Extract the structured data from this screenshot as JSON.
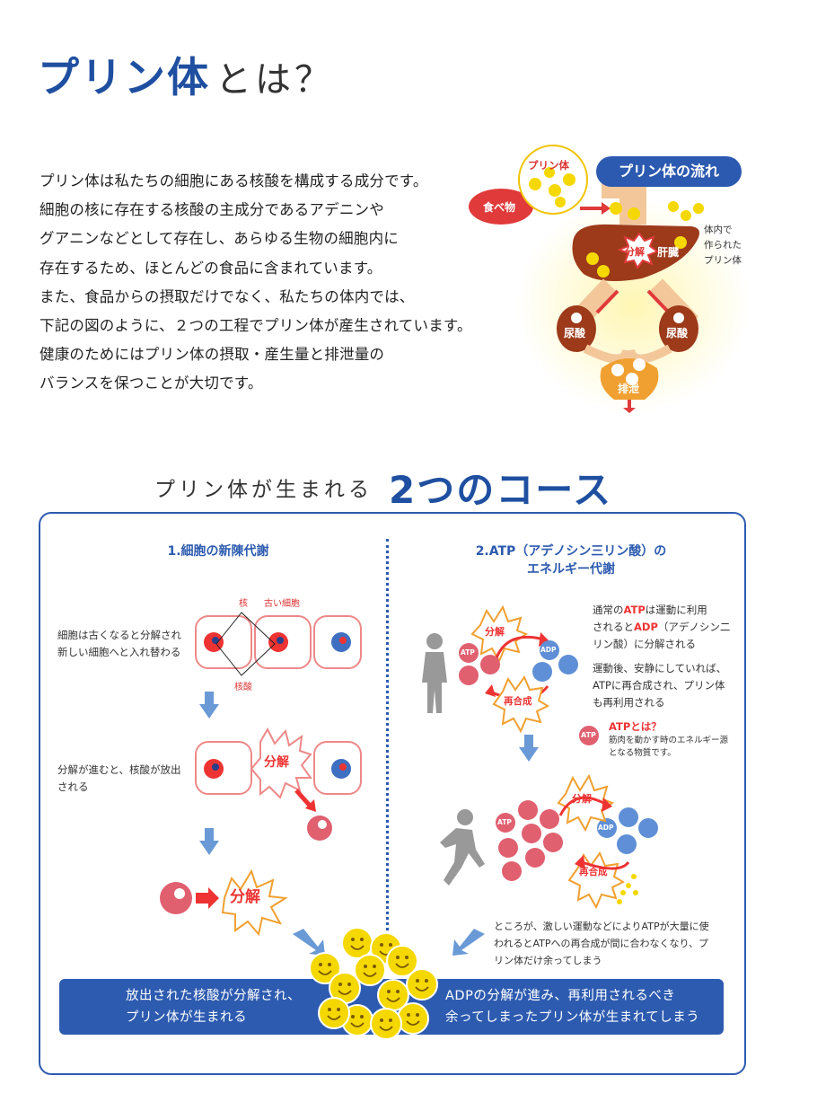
{
  "title": {
    "main": "プリン体",
    "sub": "とは？"
  },
  "intro": {
    "lines": [
      "プリン体は私たちの細胞にある核酸を構成する成分です。",
      "細胞の核に存在する核酸の主成分であるアデニンや",
      "グアニンなどとして存在し、あらゆる生物の細胞内に",
      "存在するため、ほとんどの食品に含まれています。",
      "また、食品からの摂取だけでなく、私たちの体内では、",
      "下記の図のように、２つの工程でプリン体が産生されています。",
      "健康のためにはプリン体の摂取・産生量と排泄量の",
      "バランスを保つことが大切です。"
    ]
  },
  "flow": {
    "title": "プリン体の流れ",
    "purine_bubble": "プリン体",
    "food": "食べ物",
    "liver": "肝臓",
    "decompose": "分解",
    "kidney_left": "尿酸",
    "kidney_right": "尿酸",
    "excretion": "排泄",
    "note_lines": [
      "体内で",
      "作られた",
      "プリン体"
    ]
  },
  "section": {
    "pre": "プリン体が生まれる",
    "main": "2つのコース"
  },
  "left_course": {
    "title": "1.細胞の新陳代謝",
    "label_nucleus": "核",
    "label_old_cell": "古い細胞",
    "label_nucleic_acid": "核酸",
    "step1_lines": [
      "細胞は古くなると分解され",
      "新しい細胞へと入れ替わる"
    ],
    "step2_lines": [
      "分解が進むと、核酸が放出",
      "される"
    ],
    "burst1": "分解",
    "burst2": "分解"
  },
  "right_course": {
    "title_lines": [
      "2.ATP（アデノシン三リン酸）の",
      "エネルギー代謝"
    ],
    "text1_lines": [
      {
        "pre": "通常の",
        "red": "ATP",
        "post": "は運動に利用"
      },
      {
        "pre": "されると",
        "red": "ADP",
        "post": "（アデノシン二"
      },
      {
        "pre": "リン酸）に分解される",
        "red": "",
        "post": ""
      }
    ],
    "text2_lines": [
      "運動後、安静にしていれば、",
      "ATPに再合成され、プリン体",
      "も再利用される"
    ],
    "atp_what_title": "ATPとは？",
    "atp_what_lines": [
      "筋肉を動かす時のエネルギー源",
      "となる物質です。"
    ],
    "atp": "ATP",
    "adp": "ADP",
    "decompose": "分解",
    "resynth": "再合成",
    "text3_lines": [
      "ところが、激しい運動などによりATPが大量に使",
      "われるとATPへの再合成が間に合わなくなり、プ",
      "リン体だけ余ってしまう"
    ]
  },
  "bottom": {
    "left_lines": [
      "放出された核酸が分解され、",
      "プリン体が生まれる"
    ],
    "right_lines": [
      "ADPの分解が進み、再利用されるべき",
      "余ってしまったプリン体が生まれてしまう"
    ]
  },
  "colors": {
    "brand_blue": "#2d5bb0",
    "title_blue": "#1f4fa0",
    "accent_red": "#e33333",
    "smiley_yellow": "#f5d800"
  }
}
